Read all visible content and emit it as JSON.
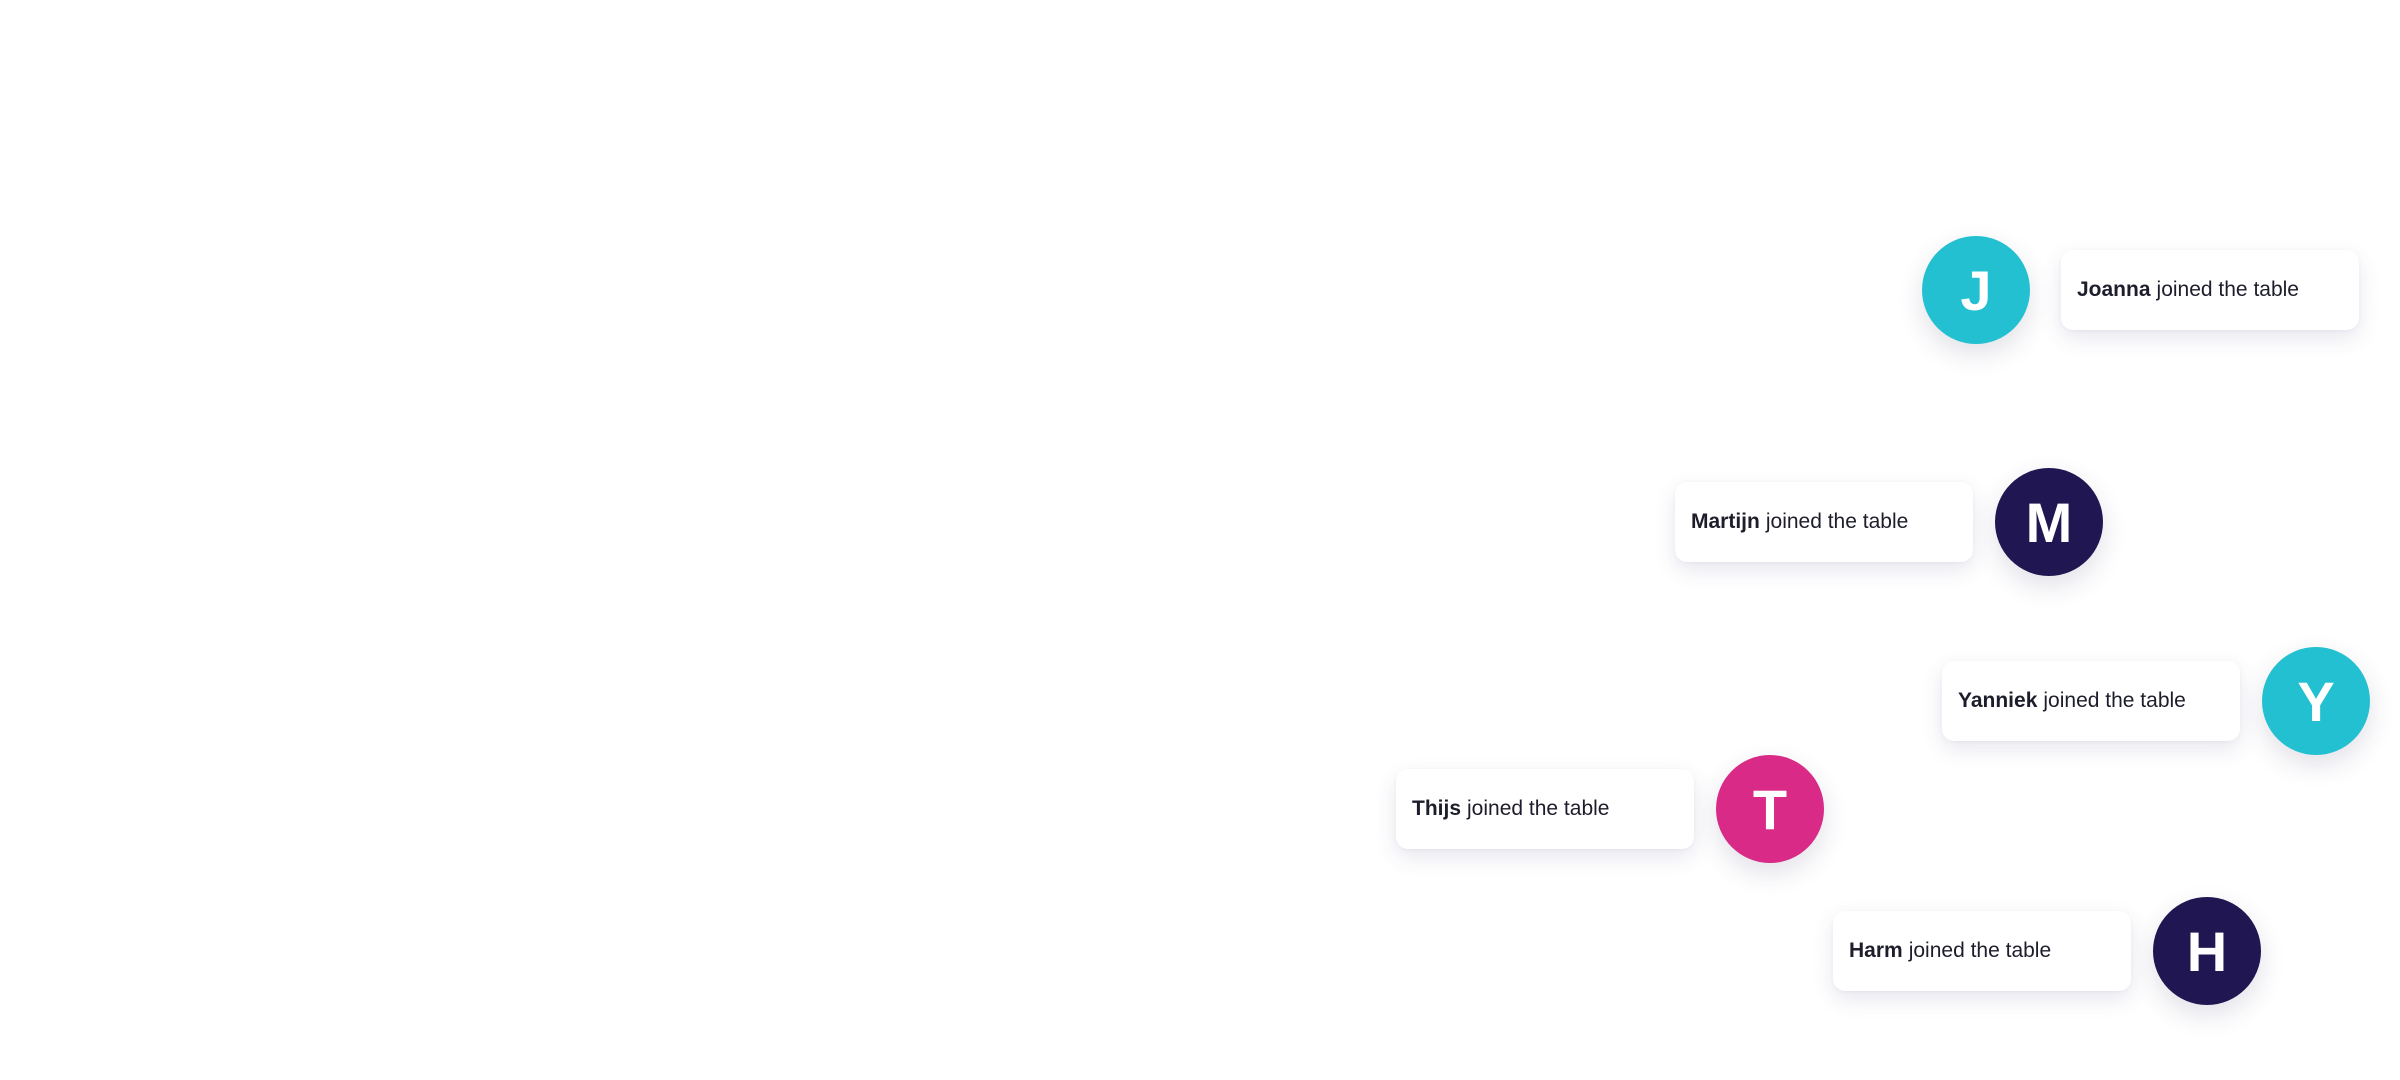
{
  "colors": {
    "teal": "#22c0d0",
    "navy": "#201652",
    "pink": "#d82a86"
  },
  "notifications": [
    {
      "initial": "J",
      "name": "Joanna",
      "message": "joined the table",
      "avatar_color": "#22c0d0"
    },
    {
      "initial": "M",
      "name": "Martijn",
      "message": "joined the table",
      "avatar_color": "#201652"
    },
    {
      "initial": "Y",
      "name": "Yanniek",
      "message": "joined the table",
      "avatar_color": "#22c0d0"
    },
    {
      "initial": "T",
      "name": "Thijs",
      "message": "joined the table",
      "avatar_color": "#d82a86"
    },
    {
      "initial": "H",
      "name": "Harm",
      "message": "joined the table",
      "avatar_color": "#201652"
    }
  ]
}
